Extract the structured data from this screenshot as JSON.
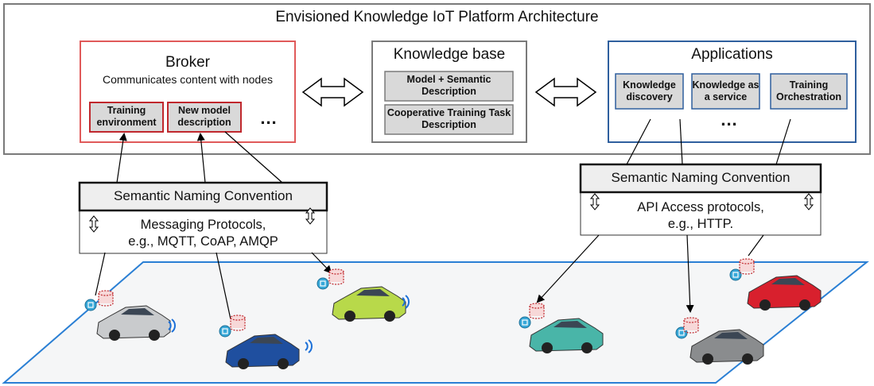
{
  "platform": {
    "title": "Envisioned Knowledge IoT Platform Architecture",
    "broker": {
      "title": "Broker",
      "subtitle": "Communicates content with nodes",
      "items": [
        "Training environment",
        "New model description"
      ],
      "more": "..."
    },
    "knowledge_base": {
      "title": "Knowledge base",
      "items": [
        "Model + Semantic Description",
        "Cooperative Training Task Description"
      ]
    },
    "applications": {
      "title": "Applications",
      "items": [
        "Knowledge discovery",
        "Knowledge as a service",
        "Training Orchestration"
      ],
      "more": "..."
    }
  },
  "left_stack": {
    "naming": "Semantic Naming Convention",
    "protocols_line1": "Messaging Protocols,",
    "protocols_line2": "e.g., MQTT, CoAP, AMQP"
  },
  "right_stack": {
    "naming": "Semantic Naming Convention",
    "protocols_line1": "API Access protocols,",
    "protocols_line2": "e.g., HTTP."
  },
  "colors": {
    "broker_border": "#e05a5a",
    "applications_border": "#2f5f9e",
    "ground_border": "#2a7fd4",
    "ground_fill": "#f5f6f7",
    "sub_box_fill": "#d9d9d9"
  },
  "vehicles": [
    {
      "color": "#c9cbcd"
    },
    {
      "color": "#1f4f9f"
    },
    {
      "color": "#b8d94a"
    },
    {
      "color": "#49b5a8"
    },
    {
      "color": "#8a8c8e"
    },
    {
      "color": "#d8202d"
    }
  ]
}
